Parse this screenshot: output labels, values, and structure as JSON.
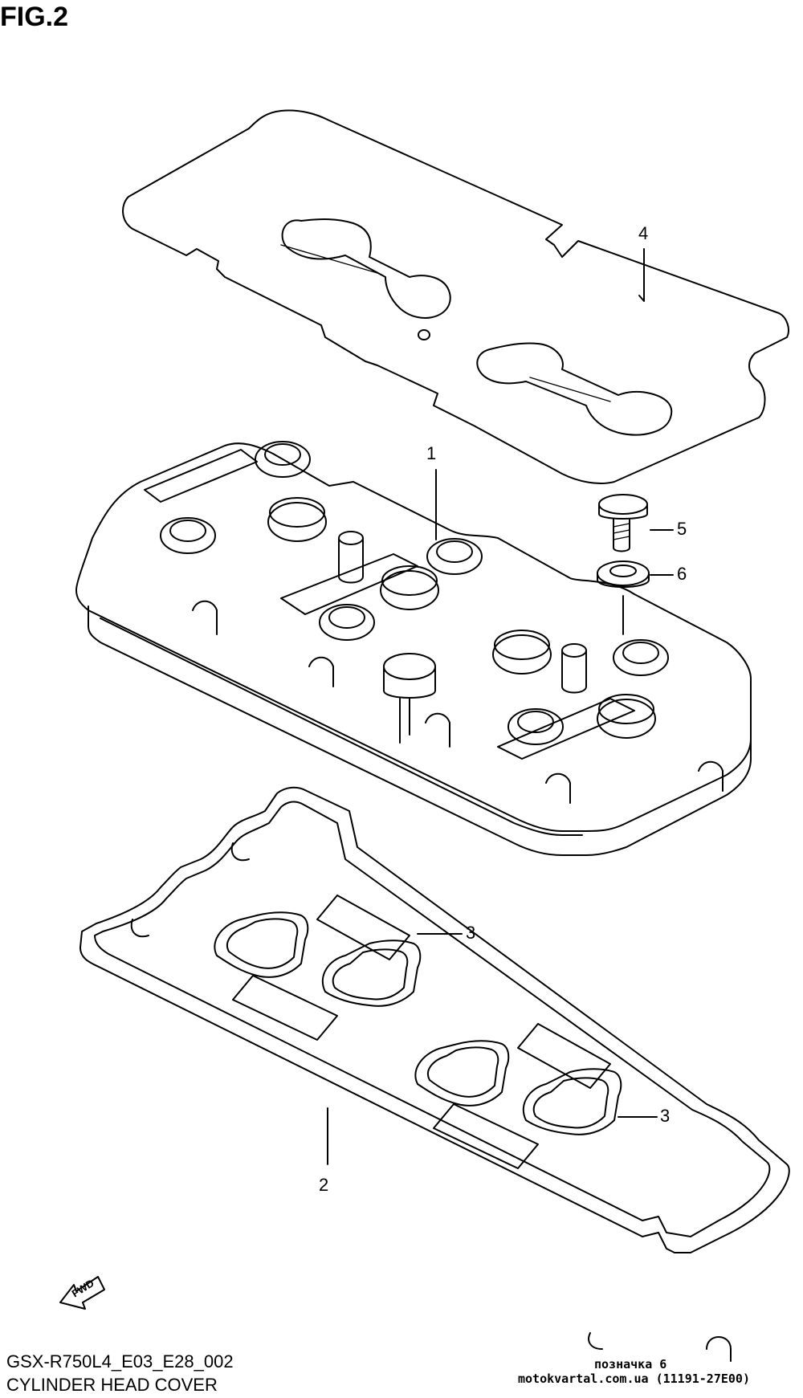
{
  "figure": {
    "title": "FIG.2"
  },
  "callouts": [
    {
      "id": "1",
      "label": "1"
    },
    {
      "id": "2",
      "label": "2"
    },
    {
      "id": "3a",
      "label": "3"
    },
    {
      "id": "3b",
      "label": "3"
    },
    {
      "id": "4",
      "label": "4"
    },
    {
      "id": "5",
      "label": "5"
    },
    {
      "id": "6",
      "label": "6"
    }
  ],
  "direction_marker": {
    "label": "FWD"
  },
  "footer": {
    "model_code": "GSX-R750L4_E03_E28_002",
    "section_name": "CYLINDER HEAD COVER",
    "mark_label": "позначка 6",
    "site_label": "motokvartal.com.ua (11191-27E00)"
  }
}
